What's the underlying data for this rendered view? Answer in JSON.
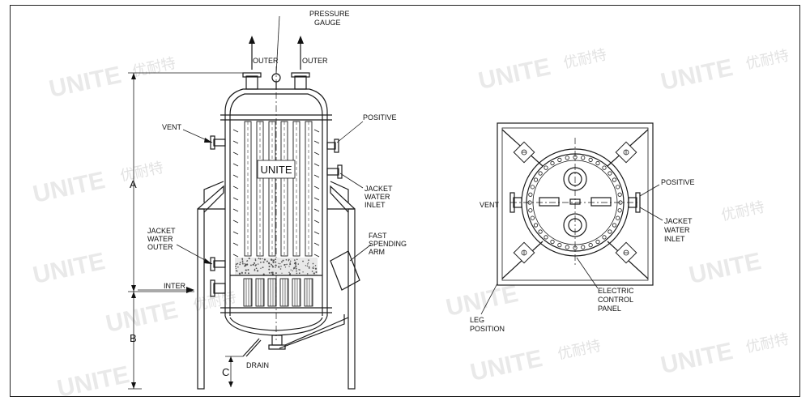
{
  "watermark": {
    "brand": "UNITE",
    "chinese": "优耐特"
  },
  "front_view": {
    "tank_logo": "UNITE",
    "labels": {
      "pressure_gauge": [
        "PRESSURE",
        "GAUGE"
      ],
      "outer_left": "OUTER",
      "outer_right": "OUTER",
      "vent": "VENT",
      "positive": "POSITIVE",
      "jacket_water_inlet": [
        "JACKET",
        "WATER",
        "INLET"
      ],
      "jacket_water_outer": [
        "JACKET",
        "WATER",
        "OUTER"
      ],
      "fast_spending_arm": [
        "FAST",
        "SPENDING",
        "ARM"
      ],
      "inter": "INTER",
      "drain": "DRAIN"
    },
    "dimensions": {
      "a": "A",
      "b": "B",
      "c": "C"
    }
  },
  "top_view": {
    "labels": {
      "vent": "VENT",
      "positive": "POSITIVE",
      "jacket_water_inlet": [
        "JACKET",
        "WATER",
        "INLET"
      ],
      "electric_control_panel": [
        "ELECTRIC",
        "CONTROL",
        "PANEL"
      ],
      "leg_position": [
        "LEG",
        "POSITION"
      ]
    }
  }
}
